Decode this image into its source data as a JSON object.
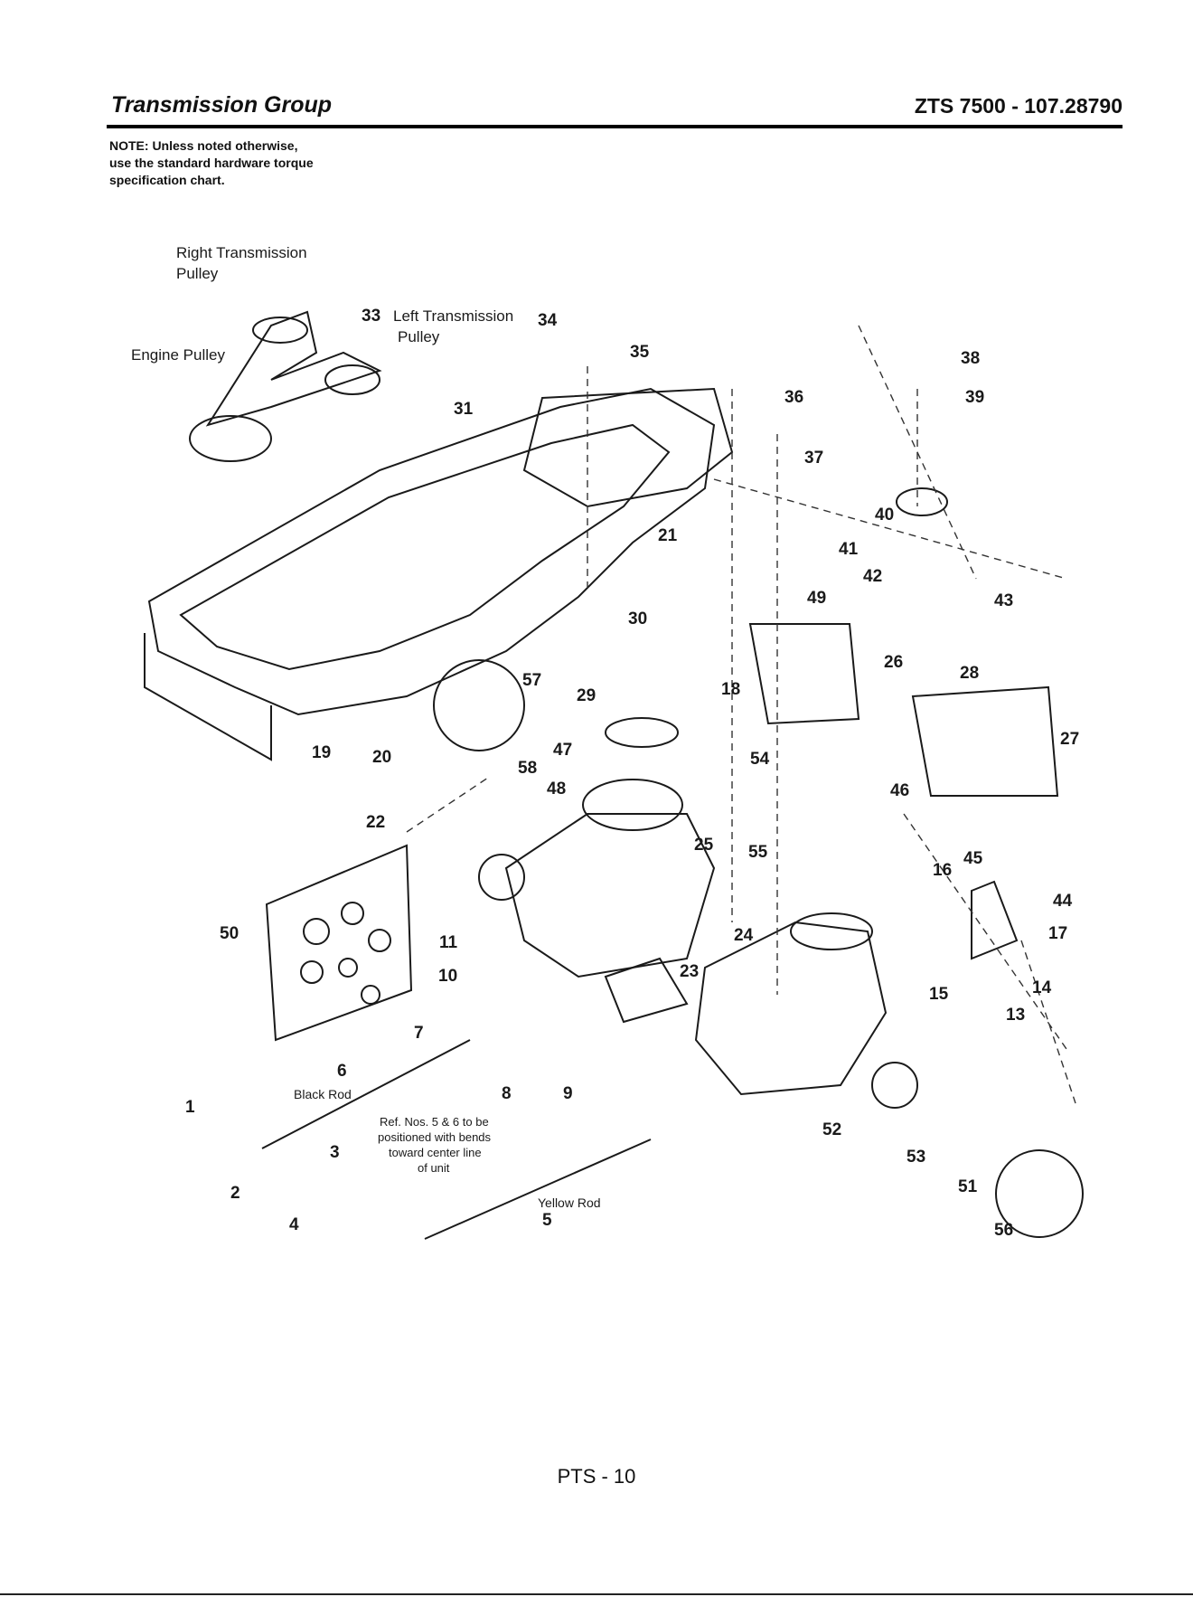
{
  "header": {
    "title": "Transmission Group",
    "model": "ZTS 7500 - 107.28790"
  },
  "note": {
    "lines": [
      "NOTE: Unless noted otherwise,",
      "use the standard hardware torque",
      "specification chart."
    ]
  },
  "labels": {
    "right_pulley_1": "Right Transmission",
    "right_pulley_2": "Pulley",
    "left_pulley_1": "Left Transmission",
    "left_pulley_2": "Pulley",
    "engine_pulley": "Engine Pulley",
    "black_rod": "Black Rod",
    "yellow_rod": "Yellow Rod",
    "ref_note_1": "Ref. Nos. 5 & 6 to be",
    "ref_note_2": "positioned with bends",
    "ref_note_3": "toward center line",
    "ref_note_4": "of unit"
  },
  "part_numbers": [
    "1",
    "2",
    "3",
    "4",
    "5",
    "6",
    "7",
    "8",
    "9",
    "10",
    "11",
    "13",
    "14",
    "15",
    "16",
    "17",
    "18",
    "19",
    "20",
    "21",
    "22",
    "23",
    "24",
    "25",
    "26",
    "27",
    "28",
    "29",
    "30",
    "31",
    "33",
    "34",
    "35",
    "36",
    "37",
    "38",
    "39",
    "40",
    "41",
    "42",
    "43",
    "44",
    "45",
    "46",
    "47",
    "48",
    "49",
    "50",
    "51",
    "52",
    "53",
    "54",
    "55",
    "56",
    "57",
    "58"
  ],
  "footer": {
    "page": "PTS - 10"
  },
  "colors": {
    "ink": "#1a1a1a",
    "leader": "#333333"
  }
}
